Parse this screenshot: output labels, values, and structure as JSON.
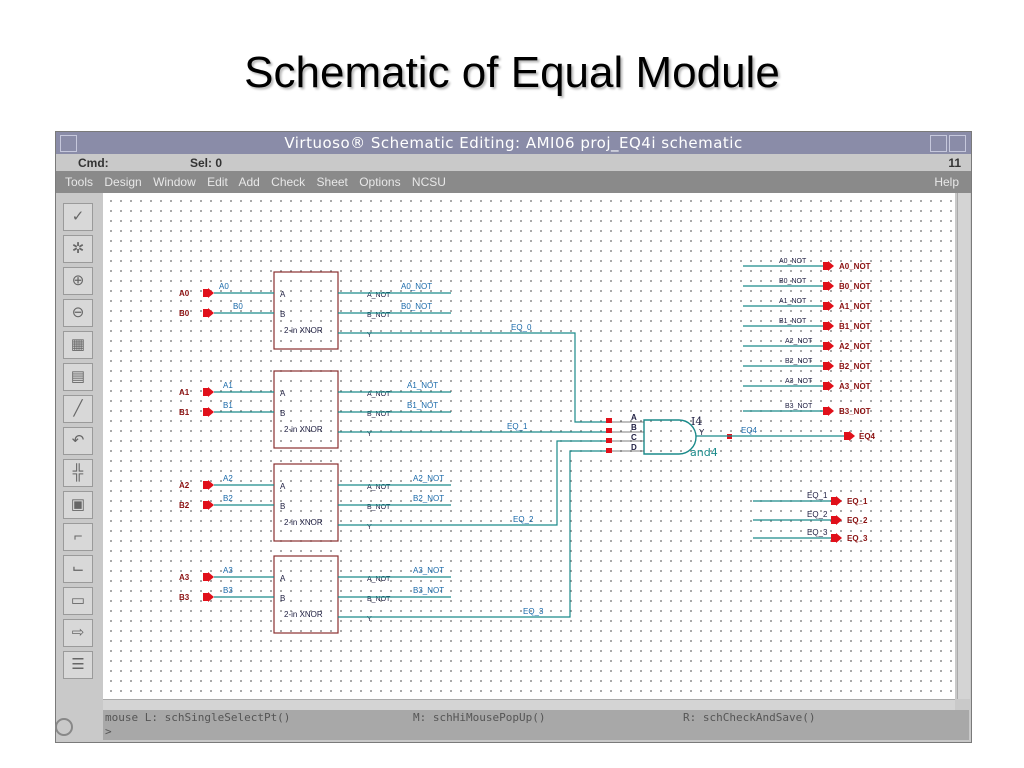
{
  "slide_title": "Schematic of Equal Module",
  "window": {
    "title": "Virtuoso® Schematic Editing: AMI06 proj_EQ4i schematic",
    "status": {
      "cmd": "Cmd:",
      "sel": "Sel: 0",
      "num": "11"
    },
    "menu": [
      "Tools",
      "Design",
      "Window",
      "Edit",
      "Add",
      "Check",
      "Sheet",
      "Options",
      "NCSU"
    ],
    "help": "Help",
    "bottom": {
      "left": "mouse L: schSingleSelectPt()",
      "mid": "M: schHiMousePopUp()",
      "right": "R: schCheckAndSave()",
      "prompt": ">"
    }
  },
  "tool_icons": [
    "check-icon",
    "gear-icon",
    "zoom-in-icon",
    "zoom-out-icon",
    "stretch-icon",
    "copy-icon",
    "wire-icon",
    "undo-icon",
    "grid-icon",
    "property-icon",
    "pin-icon",
    "step-icon",
    "label-icon",
    "port-icon",
    "instance-icon"
  ],
  "schematic": {
    "input_pins": [
      "A0",
      "B0",
      "A1",
      "B1",
      "A2",
      "B2",
      "A3",
      "B3"
    ],
    "input_wire_labels": [
      "A0",
      "B0",
      "A1",
      "B1",
      "A2",
      "B2",
      "A3",
      "B3"
    ],
    "xnor_pins": [
      "A",
      "B",
      "Y"
    ],
    "xnor_out_pins": [
      "A_NOT",
      "B_NOT"
    ],
    "xnor_name": "2-in XNOR",
    "not_labels": [
      "A0_NOT",
      "B0_NOT",
      "A1_NOT",
      "B1_NOT",
      "A2_NOT",
      "B2_NOT",
      "A3_NOT",
      "B3_NOT"
    ],
    "eq_wire_labels": [
      "EQ_0",
      "EQ_1",
      "EQ_2",
      "EQ_3"
    ],
    "and_pins": [
      "A",
      "B",
      "C",
      "D"
    ],
    "and_instance": "I4",
    "and_out_pin": "Y",
    "and_name": "and4",
    "eq4_wire_label": "EQ4",
    "out_pin_eq4": "EQ4",
    "right_not_wire_labels": [
      "A0_NOT",
      "B0_NOT",
      "A1_NOT",
      "B1_NOT",
      "A2_NOT",
      "B2_NOT",
      "A3_NOT",
      "B3_NOT"
    ],
    "right_not_pins": [
      "A0_NOT",
      "B0_NOT",
      "A1_NOT",
      "B1_NOT",
      "A2_NOT",
      "B2_NOT",
      "A3_NOT",
      "B3_NOT"
    ],
    "right_eq_wire_labels": [
      "EQ_1",
      "EQ_2",
      "EQ_3"
    ],
    "right_eq_pins": [
      "EQ_1",
      "EQ_2",
      "EQ_3"
    ]
  },
  "colors": {
    "wire": "#1a8a8a",
    "pin": "#e0101a",
    "symbol": "#8a3030",
    "text": "#222244"
  }
}
